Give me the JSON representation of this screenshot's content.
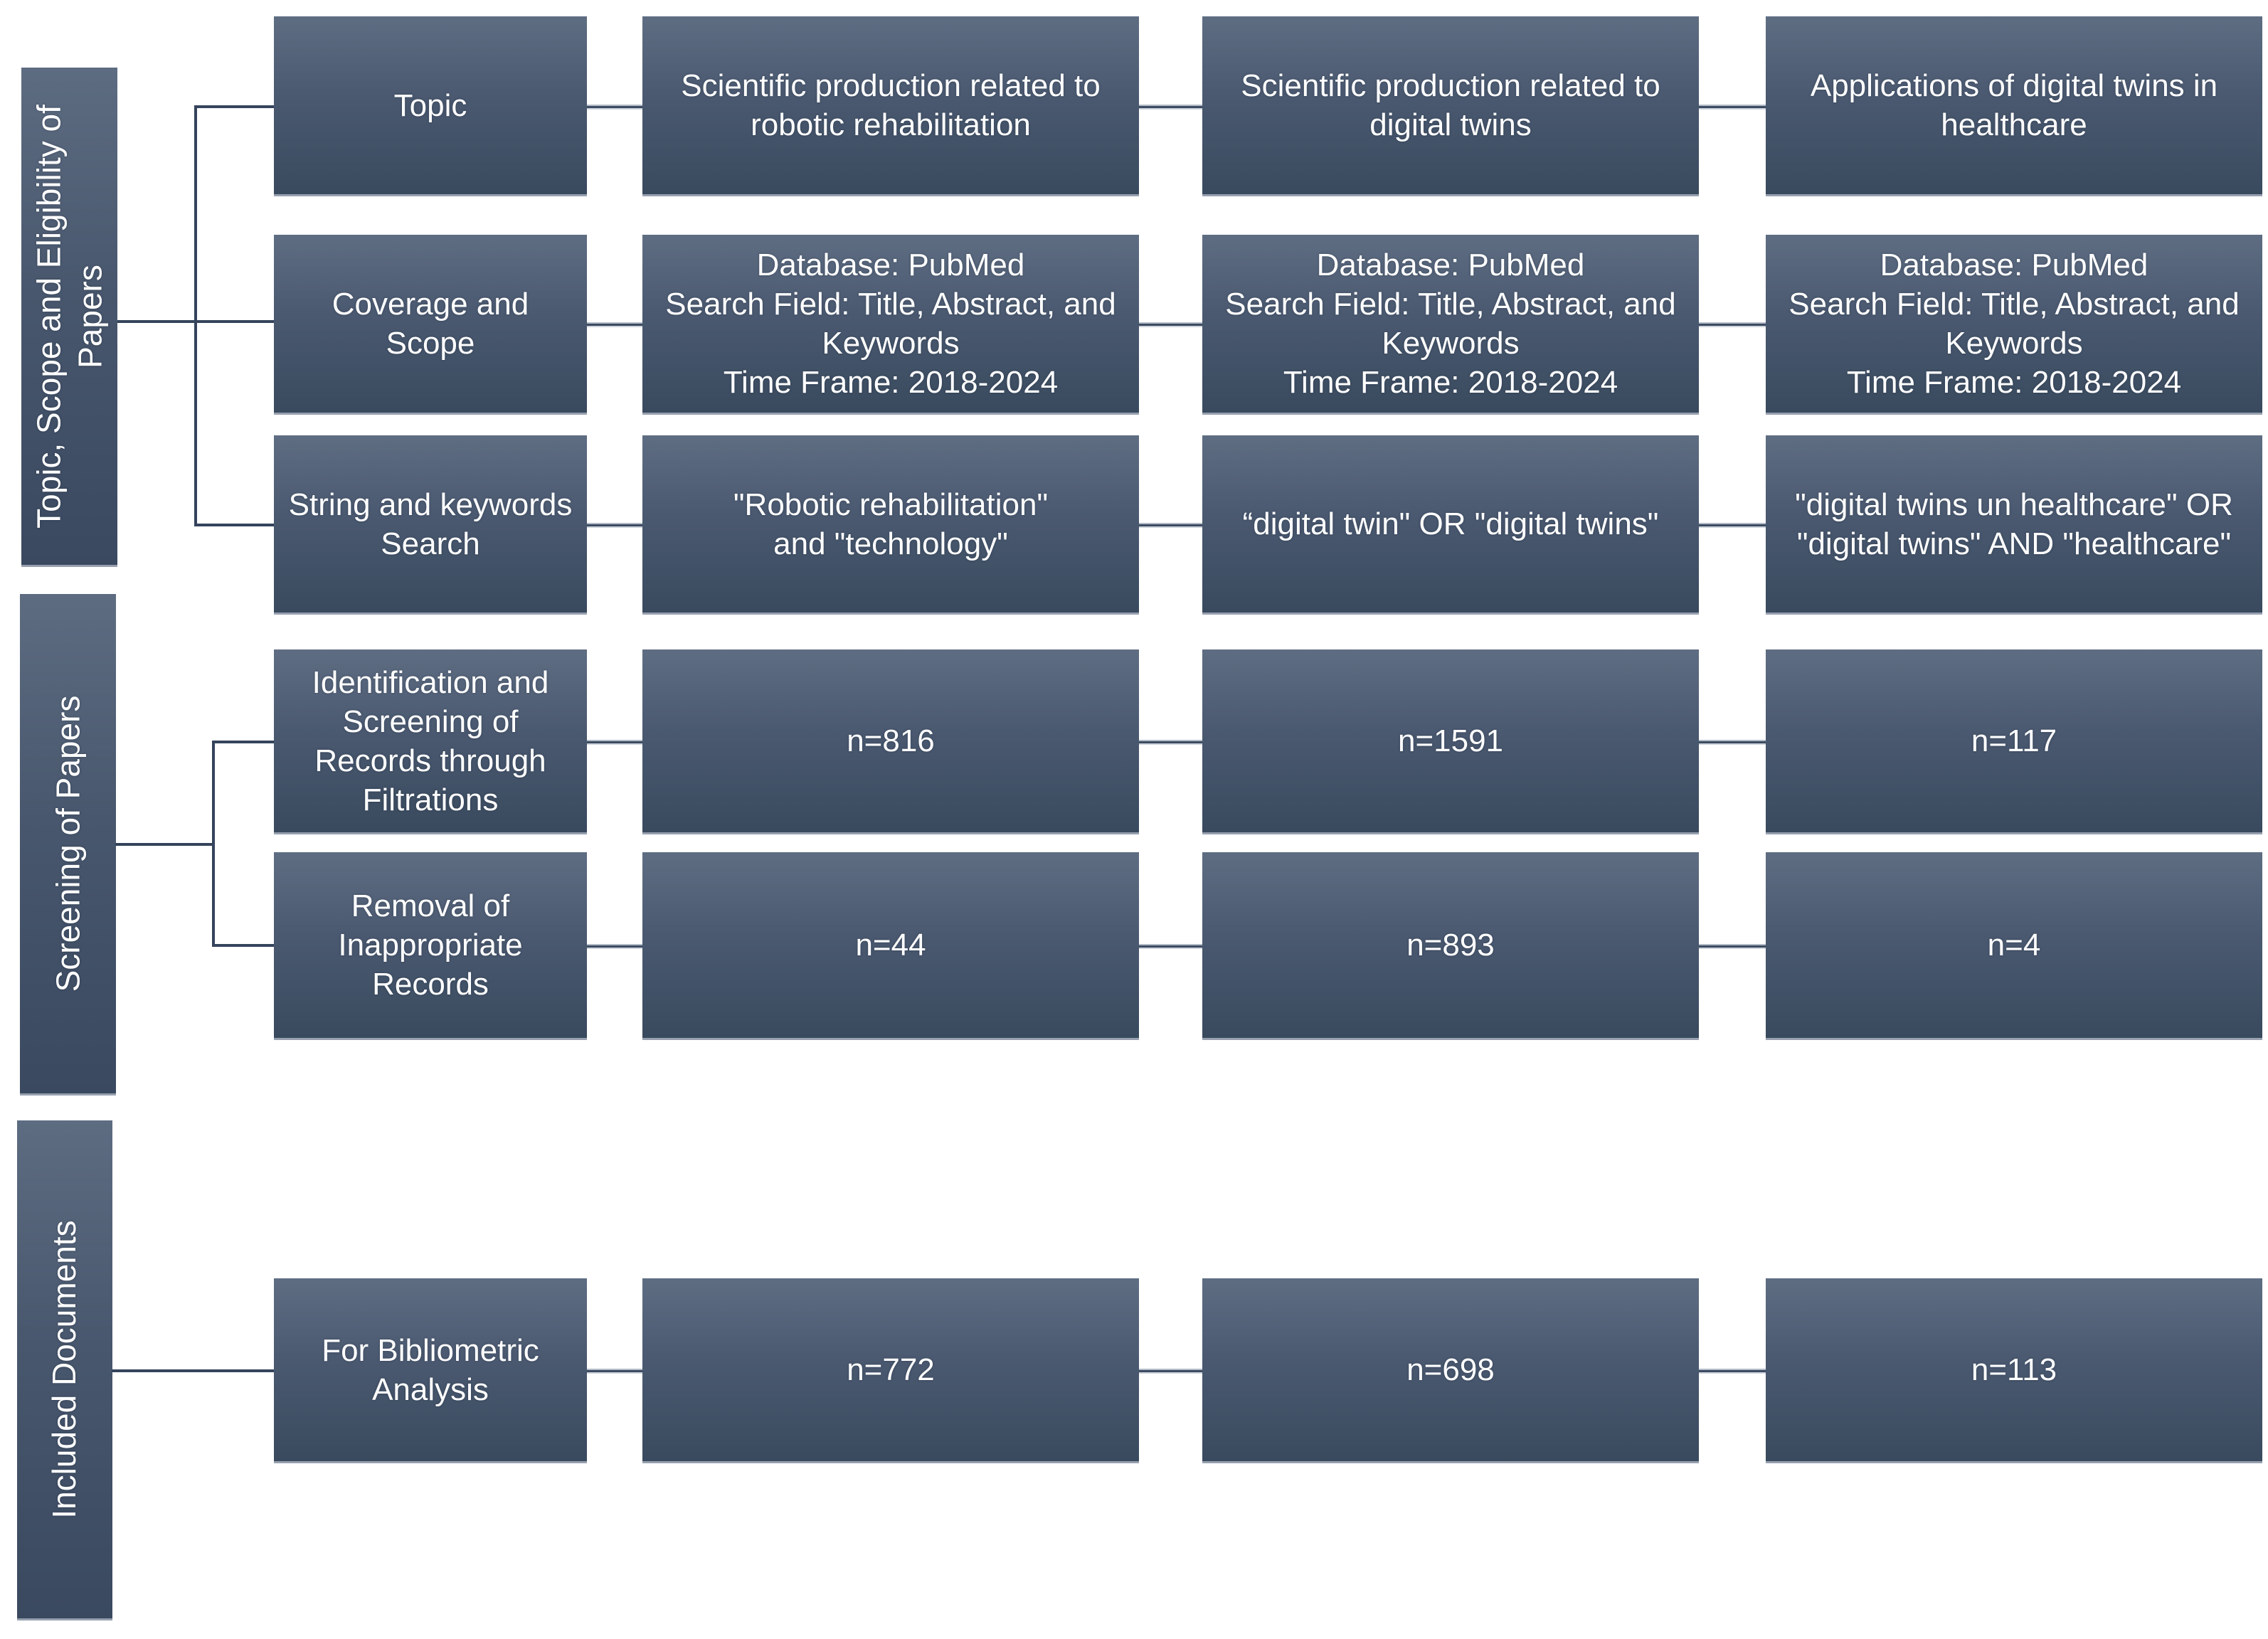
{
  "diagram": {
    "title_hint": "Bibliometric screening flow diagram",
    "colors": {
      "box_gradient_top": "#5e6d82",
      "box_gradient_bottom": "#394a5e",
      "box_bottom_edge": "#97a0af",
      "connector_dark": "#3c4b62",
      "connector_light": "#b3bbc7",
      "elbow_line": "#35445c",
      "text": "#ffffff",
      "background": "#ffffff"
    },
    "sections": [
      {
        "label": "Topic, Scope and Eligibility of Papers"
      },
      {
        "label": "Screening of Papers"
      },
      {
        "label": "Included Documents"
      }
    ],
    "rows": [
      {
        "header": "Topic",
        "cells": [
          "Scientific production related to robotic rehabilitation",
          "Scientific production related to digital twins",
          "Applications of digital twins in healthcare"
        ]
      },
      {
        "header": "Coverage and Scope",
        "cells": [
          "Database: PubMed\nSearch Field: Title, Abstract, and Keywords\nTime Frame: 2018-2024",
          "Database: PubMed\nSearch Field: Title, Abstract, and Keywords\nTime Frame: 2018-2024",
          "Database: PubMed\nSearch Field: Title, Abstract, and Keywords\nTime Frame: 2018-2024"
        ]
      },
      {
        "header": "String and keywords Search",
        "cells": [
          "\"Robotic rehabilitation\"\nand \"technology\"",
          "“digital twin\" OR \"digital twins\"",
          "\"digital twins un healthcare\" OR \"digital twins\" AND \"healthcare\""
        ]
      },
      {
        "header": "Identification and Screening of Records through Filtrations",
        "cells": [
          "n=816",
          "n=1591",
          "n=117"
        ]
      },
      {
        "header": "Removal of Inappropriate Records",
        "cells": [
          "n=44",
          "n=893",
          "n=4"
        ]
      },
      {
        "header": "For Bibliometric Analysis",
        "cells": [
          "n=772",
          "n=698",
          "n=113"
        ]
      }
    ]
  }
}
